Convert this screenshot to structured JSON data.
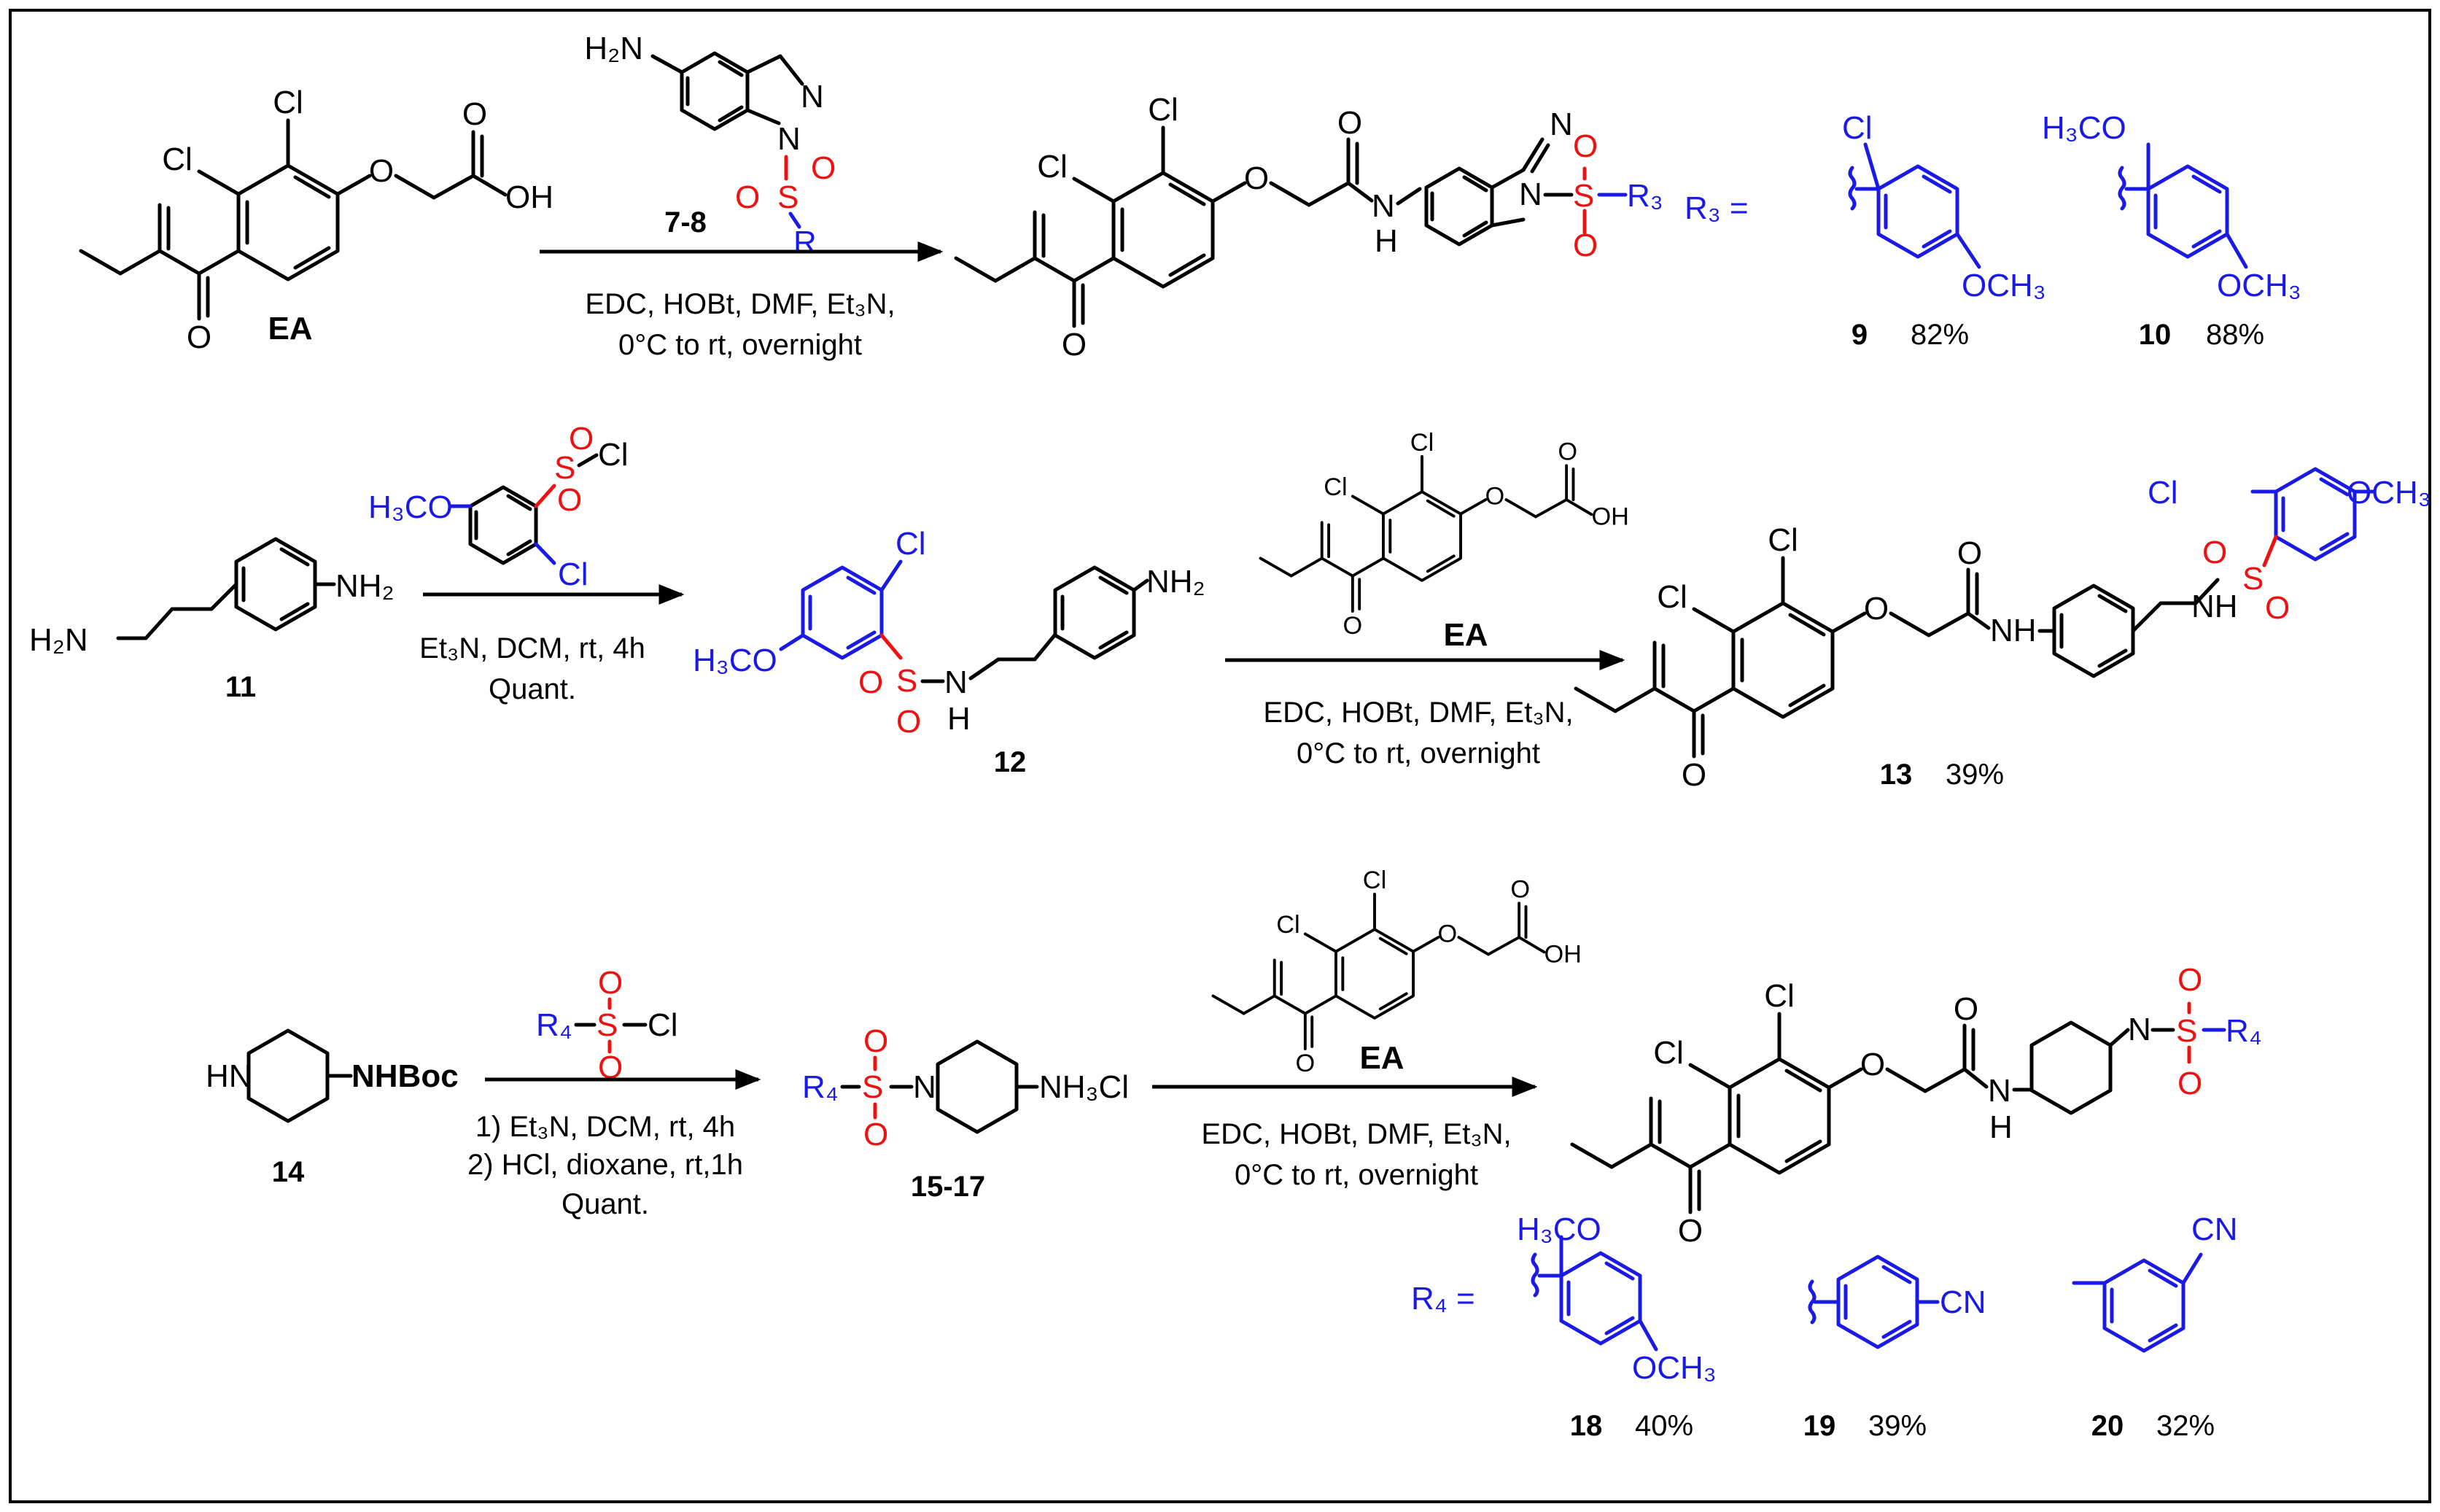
{
  "colors": {
    "frame": "#000000",
    "r_group": "#1a1ae6",
    "sulfonyl": "#ee1111"
  },
  "row1": {
    "sm_label": "EA",
    "reagent_label": "7-8",
    "reagent_r": "R",
    "conditions": [
      "EDC, HOBt, DMF, Et₃N,",
      "0°C to rt, overnight"
    ],
    "r_group_symbol": "R₃ =",
    "product_r": "R₃",
    "variants": [
      {
        "id": "9",
        "yield": "82%",
        "sub1": "Cl",
        "sub2": "OCH₃"
      },
      {
        "id": "10",
        "yield": "88%",
        "sub1": "H₃CO",
        "sub2": "OCH₃"
      }
    ]
  },
  "row2": {
    "sm_label": "11",
    "sm_sub1": "H₂N",
    "sm_sub2": "NH₂",
    "reagent_sub1": "H₃CO",
    "reagent_sub2": "Cl",
    "conditions1": [
      "Et₃N, DCM, rt, 4h",
      "Quant."
    ],
    "int_label": "12",
    "int_sub1": "H₃CO",
    "int_sub2": "Cl",
    "int_sub3": "NH₂",
    "int_sub4": "H",
    "ea_label": "EA",
    "conditions2": [
      "EDC, HOBt, DMF, Et₃N,",
      "0°C to rt, overnight"
    ],
    "product_id": "13",
    "product_yield": "39%",
    "product_sub1": "OCH₃",
    "product_sub2": "NH"
  },
  "row3": {
    "sm_label": "14",
    "sm_sub1": "HN",
    "sm_sub2": "NHBoc",
    "reagent_r": "R₄",
    "reagent_cl": "Cl",
    "conditions1": [
      "1) Et₃N, DCM, rt, 4h",
      "2) HCl, dioxane, rt,1h",
      "Quant."
    ],
    "int_label": "15-17",
    "int_r": "R₄",
    "int_sub": "NH₃Cl",
    "ea_label": "EA",
    "conditions2": [
      "EDC, HOBt, DMF, Et₃N,",
      "0°C to rt, overnight"
    ],
    "product_r": "R₄",
    "r_group_symbol": "R₄ =",
    "variants": [
      {
        "id": "18",
        "yield": "40%",
        "sub1": "H₃CO",
        "sub2": "OCH₃"
      },
      {
        "id": "19",
        "yield": "39%",
        "sub1": "CN"
      },
      {
        "id": "20",
        "yield": "32%",
        "sub1": "CN"
      }
    ]
  },
  "atoms": {
    "cl": "Cl",
    "o": "O",
    "oh": "OH",
    "n": "N",
    "nh": "NH",
    "h": "H",
    "s": "S",
    "nh2": "NH₂",
    "h2n": "H₂N"
  }
}
